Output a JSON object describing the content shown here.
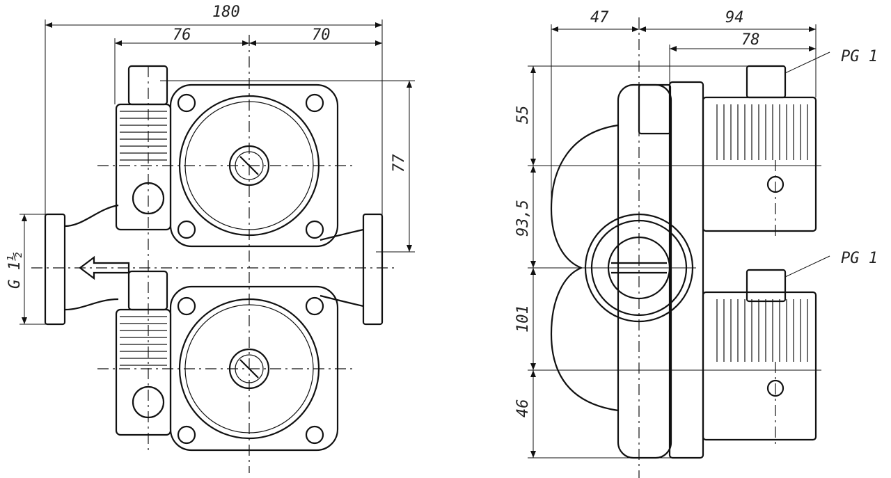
{
  "front_view": {
    "dim_overall_width": "180",
    "dim_left_to_axis": "76",
    "dim_axis_to_right": "70",
    "dim_height_to_axis": "77",
    "dim_thread": "G 1½"
  },
  "side_view": {
    "dim_left": "47",
    "dim_right": "94",
    "dim_motor": "78",
    "dim_v1": "55",
    "dim_v2": "93,5",
    "dim_v3": "101",
    "dim_v4": "46",
    "cable_gland_top": "PG 1",
    "cable_gland_bottom": "PG 1"
  }
}
